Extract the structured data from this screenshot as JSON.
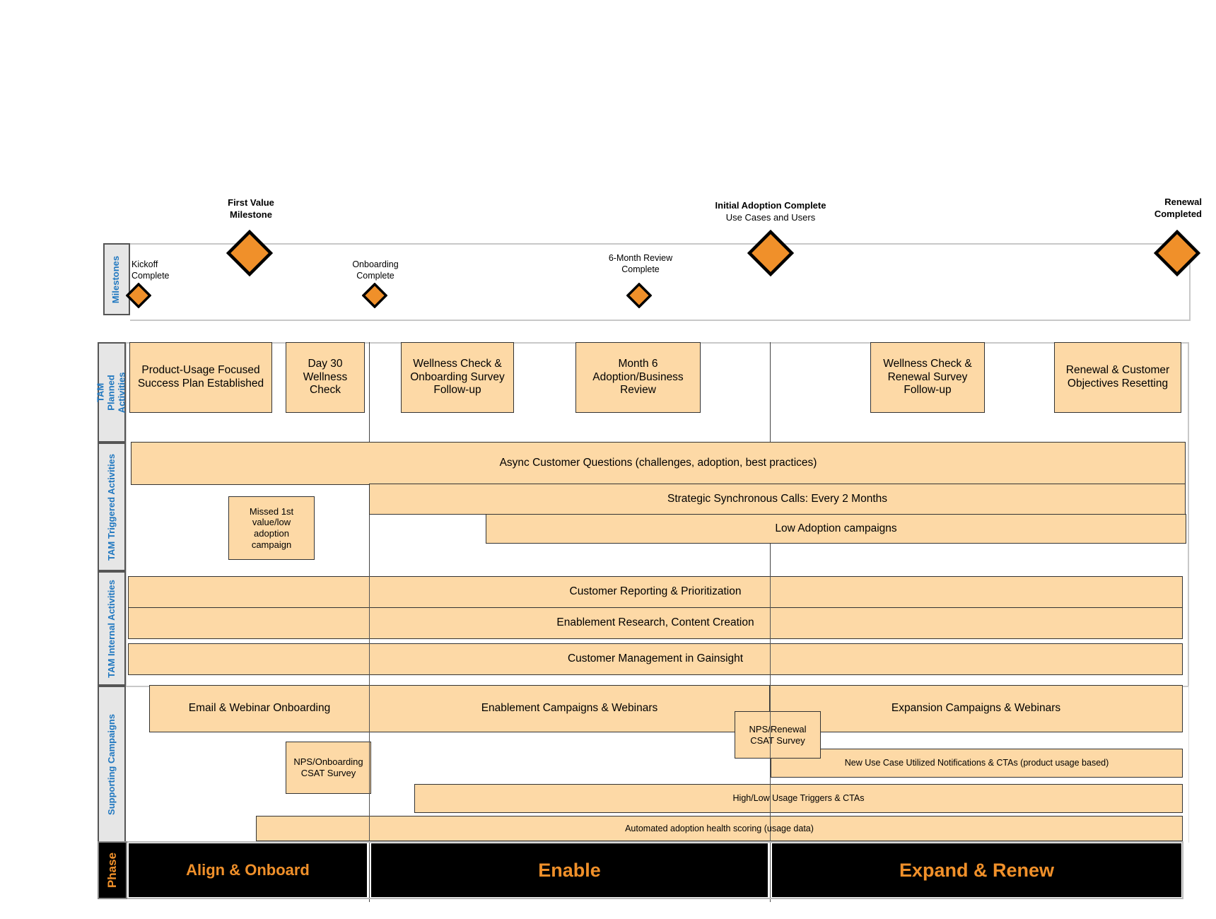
{
  "lanes": {
    "milestones": "Milestones",
    "planned": "TAM Planned Activities",
    "triggered": "TAM Triggered Activities",
    "internal": "TAM Internal Activities",
    "campaigns": "Supporting Campaigns",
    "phase": "Phase"
  },
  "milestones": {
    "kickoff": "Kickoff\nComplete",
    "first_value": "First Value\nMilestone",
    "onboarding": "Onboarding\nComplete",
    "six_month": "6-Month Review\nComplete",
    "initial_adoption": "Initial Adoption Complete",
    "initial_adoption_sub": "Use Cases and Users",
    "renewal": "Renewal\nCompleted"
  },
  "planned": {
    "success_plan": "Product-Usage Focused Success Plan Established",
    "day30": "Day 30 Wellness Check",
    "wellness_onboarding": "Wellness Check & Onboarding Survey Follow-up",
    "month6": "Month 6 Adoption/Business Review",
    "wellness_renewal": "Wellness Check & Renewal Survey Follow-up",
    "renewal_reset": "Renewal & Customer Objectives Resetting"
  },
  "triggered": {
    "async": "Async Customer Questions (challenges, adoption, best practices)",
    "strategic": "Strategic Synchronous Calls: Every 2 Months",
    "low_adoption": "Low Adoption campaigns",
    "missed": "Missed 1st value/low adoption campaign"
  },
  "internal": {
    "reporting": "Customer Reporting & Prioritization",
    "enablement": "Enablement Research, Content Creation",
    "gainsight": "Customer Management in Gainsight"
  },
  "campaigns": {
    "email_onboarding": "Email & Webinar Onboarding",
    "enablement_campaigns": "Enablement Campaigns & Webinars",
    "expansion": "Expansion Campaigns & Webinars",
    "nps_renewal": "NPS/Renewal CSAT Survey",
    "nps_onboarding": "NPS/Onboarding CSAT Survey",
    "new_use_case": "New Use Case Utilized Notifications & CTAs (product usage based)",
    "high_low": "High/Low Usage Triggers & CTAs",
    "health_scoring": "Automated adoption health scoring (usage data)"
  },
  "phases": {
    "align": "Align & Onboard",
    "enable": "Enable",
    "expand": "Expand & Renew"
  },
  "colors": {
    "box_fill": "#fdd9a6",
    "diamond_fill": "#f0902a",
    "phase_text": "#f0902a",
    "lane_text": "#1f77c0"
  }
}
